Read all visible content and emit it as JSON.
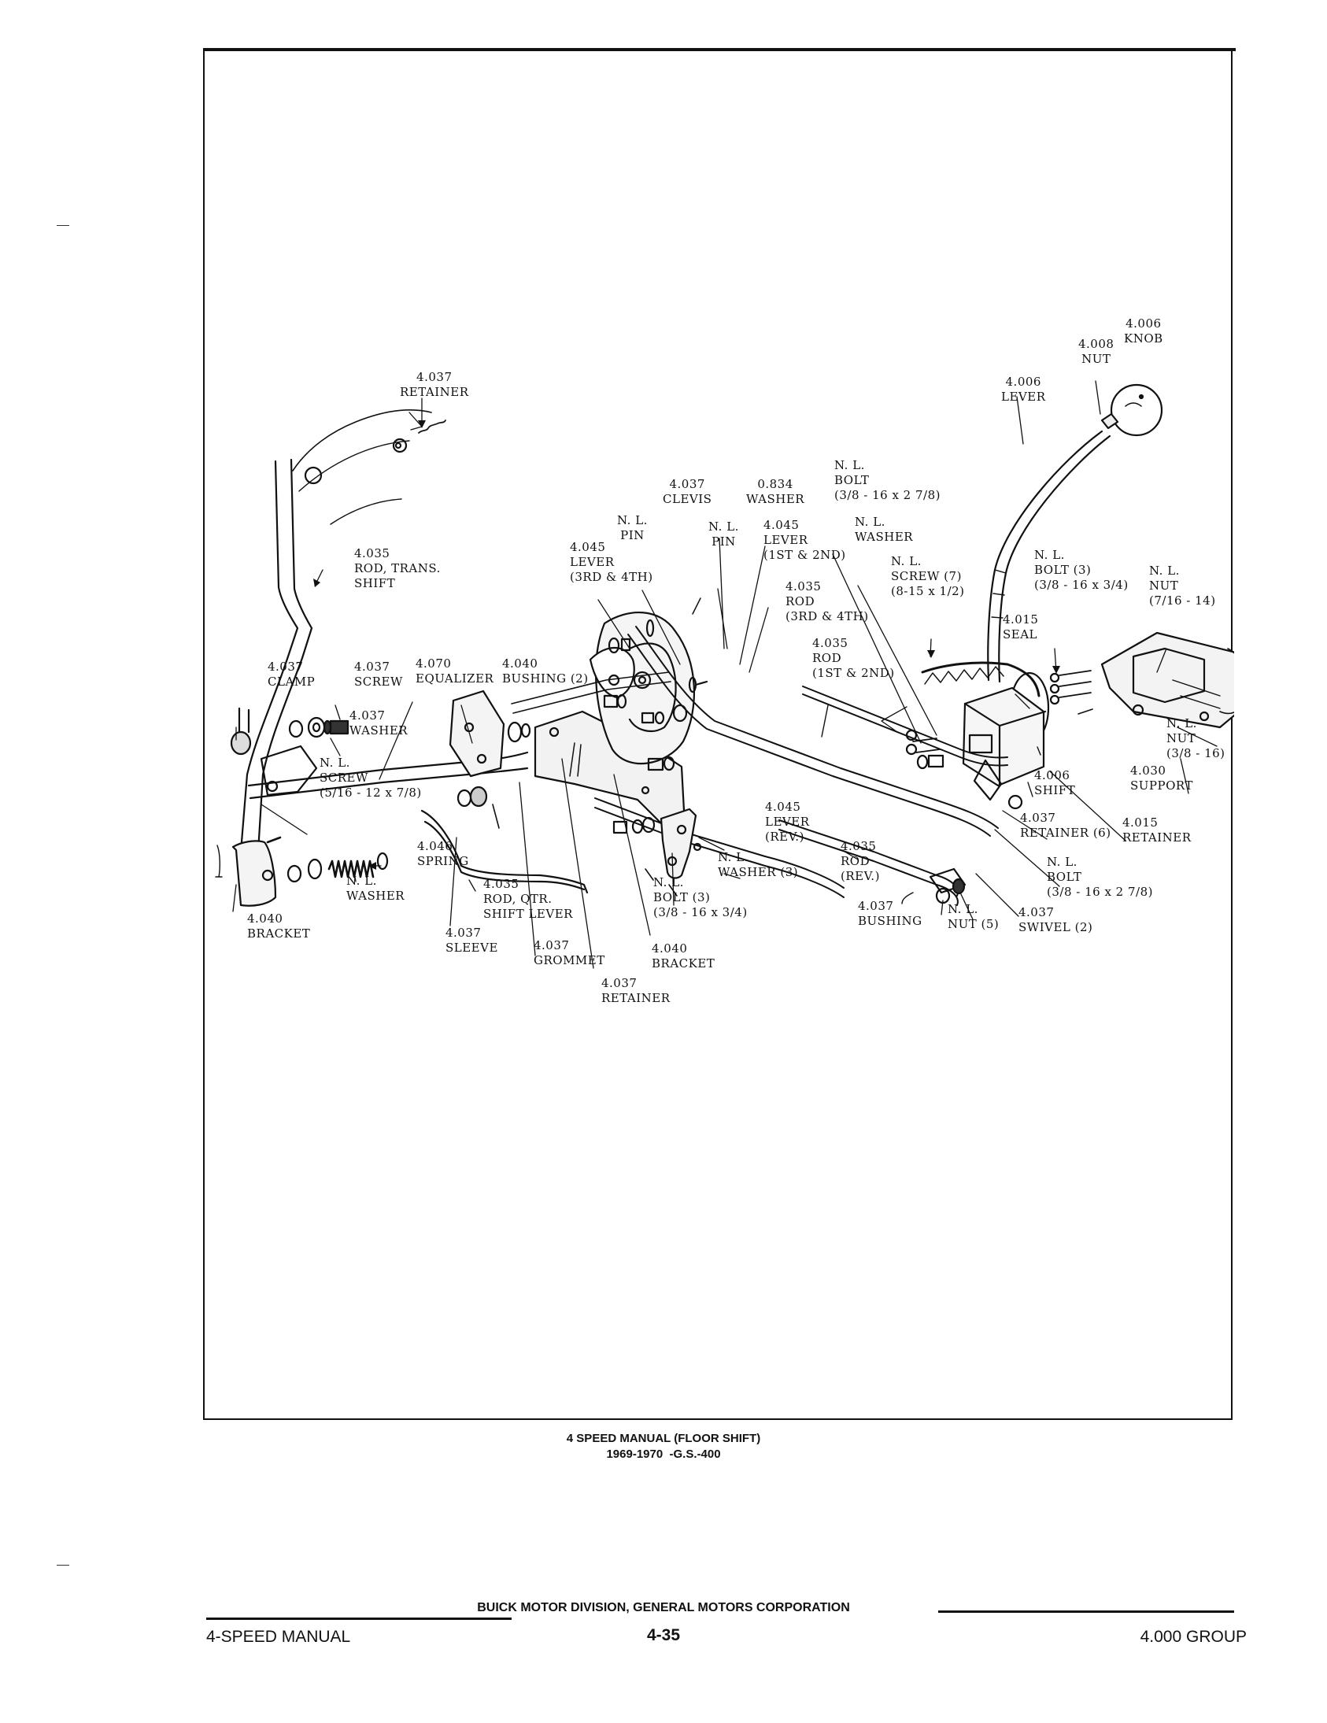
{
  "labels": {
    "knob": "4.006\nKNOB",
    "nut_4008": "4.008\nNUT",
    "lever_4006": "4.006\nLEVER",
    "retainer_top": "4.037\nRETAINER",
    "nl_bolt_top": "N. L.\nBOLT\n(3/8 - 16 x 2 7/8)",
    "clevis": "4.037\nCLEVIS",
    "washer_0834": "0.834\nWASHER",
    "nl_washer_top": "N. L.\nWASHER",
    "nl_pin_left": "N. L.\nPIN",
    "nl_pin_right": "N. L.\nPIN",
    "lever_1st2nd": "4.045\nLEVER\n(1ST & 2ND)",
    "lever_3rd4th": "4.045\nLEVER\n(3RD & 4TH)",
    "nl_screw_7": "N. L.\nSCREW (7)\n(8-15 x 1/2)",
    "nl_bolt_3_right": "N. L.\nBOLT (3)\n(3/8 - 16 x 3/4)",
    "nl_nut_right": "N. L.\nNUT\n(7/16 - 14)",
    "rod_trans_shift": "4.035\nROD, TRANS.\nSHIFT",
    "rod_3rd4th": "4.035\nROD\n(3RD & 4TH)",
    "rod_1st2nd": "4.035\nROD\n(1ST & 2ND)",
    "seal": "4.015\nSEAL",
    "clamp": "4.037\nCLAMP",
    "screw_4037": "4.037\nSCREW",
    "equalizer": "4.070\nEQUALIZER",
    "bushing_2": "4.040\nBUSHING (2)",
    "washer_4037": "4.037\nWASHER",
    "nl_nut_16": "N. L.\nNUT\n(3/8 - 16)",
    "support": "4.030\nSUPPORT",
    "nl_screw_left": "N. L.\nSCREW\n(5/16 - 12 x 7/8)",
    "shift": "4.006\nSHIFT",
    "lever_rev": "4.045\nLEVER\n(REV.)",
    "retainer_6": "4.037\nRETAINER (6)",
    "retainer_4015": "4.015\nRETAINER",
    "spring": "4.046\nSPRING",
    "nl_washer_3": "N. L.\nWASHER (3)",
    "rod_rev": "4.035\nROD\n(REV.)",
    "nl_bolt_lower_right": "N. L.\nBOLT\n(3/8 - 16 x 2 7/8)",
    "nl_washer_left": "N. L.\nWASHER",
    "rod_qtr": "4.035\nROD, QTR.\nSHIFT LEVER",
    "nl_bolt_3_mid": "N. L.\nBOLT (3)\n(3/8 - 16 x 3/4)",
    "bushing_4037": "4.037\nBUSHING",
    "nl_nut_5": "N. L.\nNUT (5)",
    "swivel": "4.037\nSWIVEL (2)",
    "bracket_left": "4.040\nBRACKET",
    "sleeve": "4.037\nSLEEVE",
    "grommet": "4.037\nGROMMET",
    "bracket_mid": "4.040\nBRACKET",
    "retainer_bottom": "4.037\nRETAINER"
  },
  "caption": {
    "line1": "4 SPEED MANUAL (FLOOR SHIFT)",
    "line2": "1969-1970  -G.S.-400"
  },
  "footer": {
    "publisher": "BUICK MOTOR DIVISION, GENERAL MOTORS CORPORATION",
    "left": "4-SPEED MANUAL",
    "page": "4-35",
    "right": "4.000 GROUP"
  }
}
